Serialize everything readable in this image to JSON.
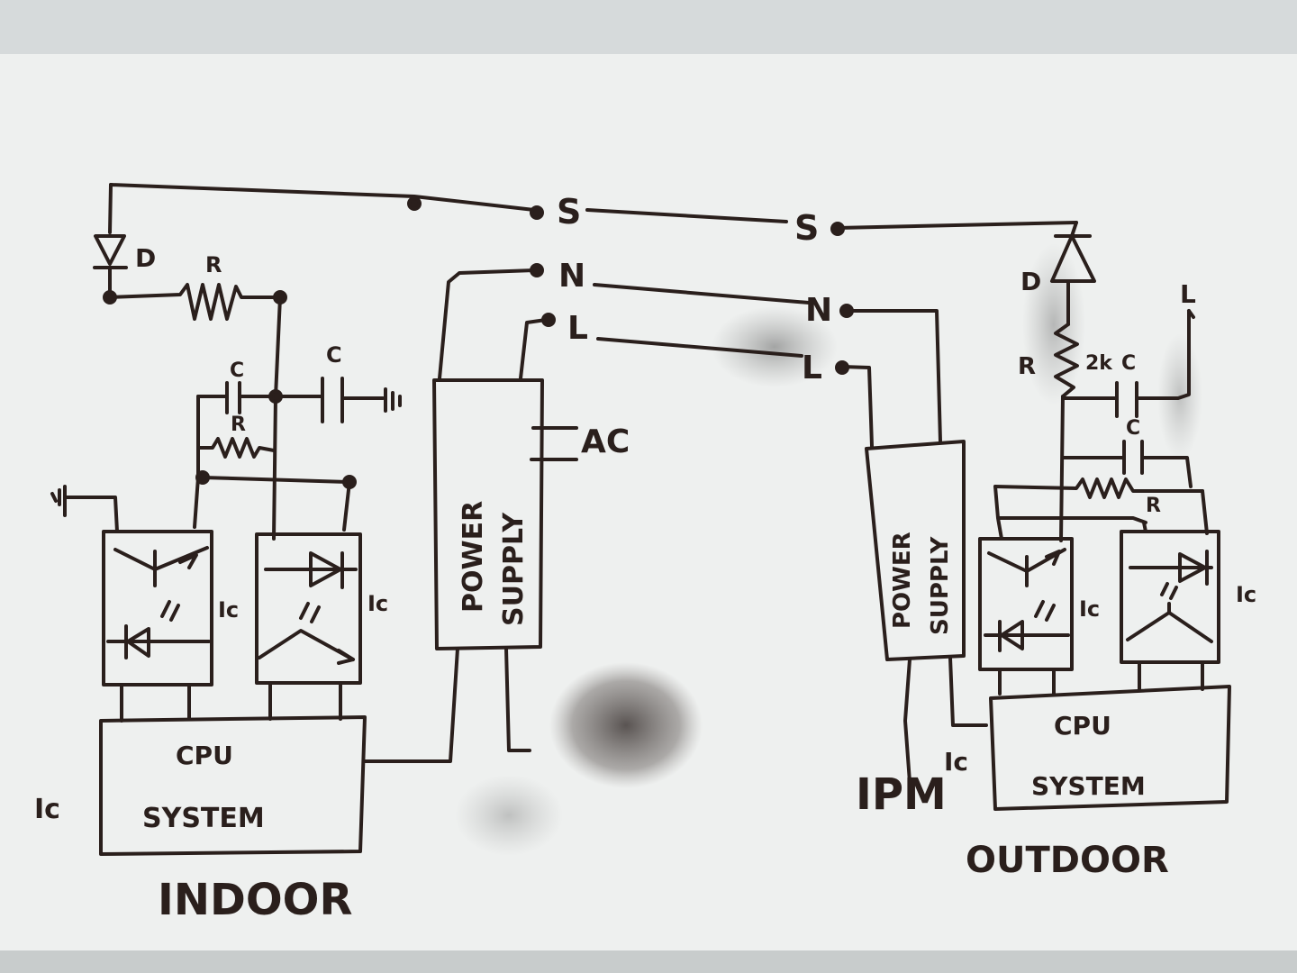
{
  "labels": {
    "terminal_s": "S",
    "terminal_n": "N",
    "terminal_l": "L",
    "diode": "D",
    "resistor": "R",
    "capacitor": "C",
    "resistor_value": "2k",
    "ac": "AC",
    "ic": "Ic",
    "power_supply_line1": "POWER",
    "power_supply_line2": "SUPPLY",
    "cpu": "CPU",
    "system": "SYSTEM",
    "ipm": "IPM",
    "indoor": "INDOOR",
    "outdoor": "OUTDOOR"
  },
  "colors": {
    "ink": "#2a1f1c",
    "board": "#eef0ef",
    "smudge": "#4a4340"
  }
}
